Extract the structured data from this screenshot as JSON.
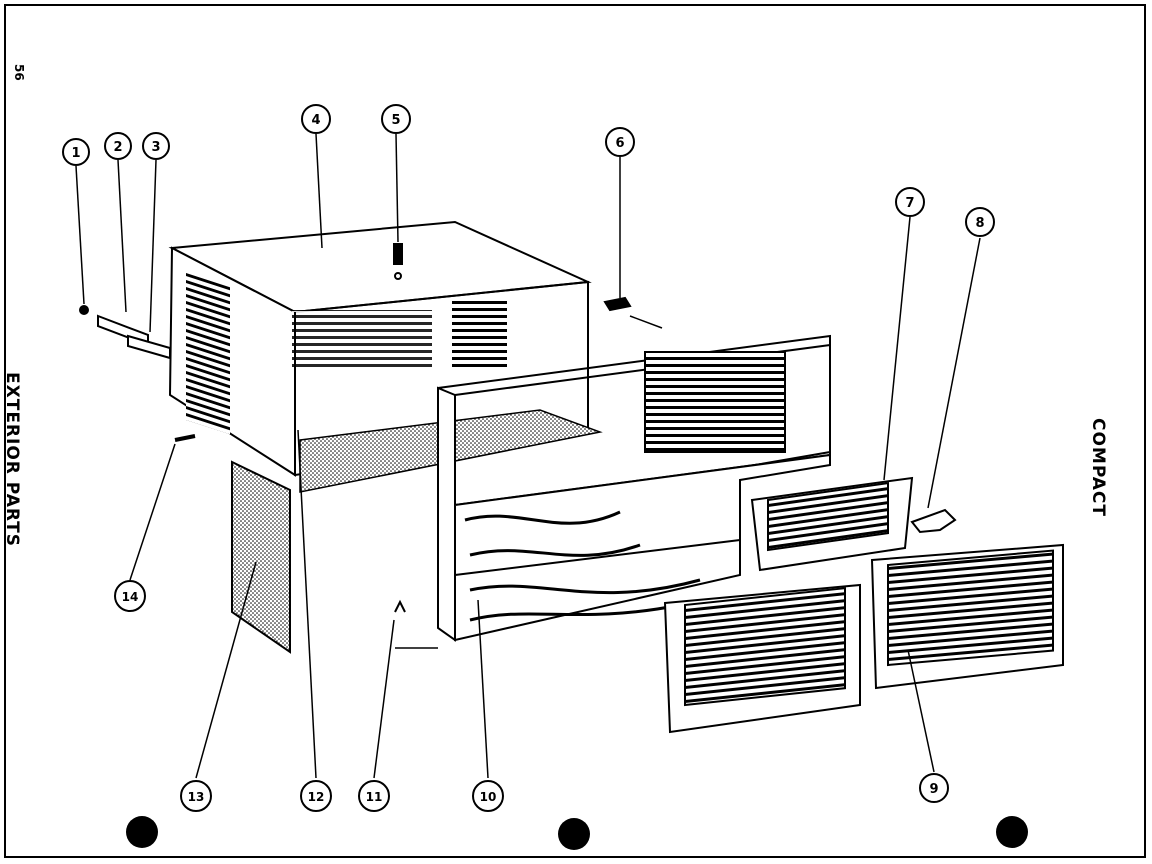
{
  "page_number": "56",
  "section_title": "EXTERIOR PARTS",
  "model_title": "COMPACT",
  "callouts": [
    {
      "id": "1",
      "label": "1"
    },
    {
      "id": "2",
      "label": "2"
    },
    {
      "id": "3",
      "label": "3"
    },
    {
      "id": "4",
      "label": "4"
    },
    {
      "id": "5",
      "label": "5"
    },
    {
      "id": "6",
      "label": "6"
    },
    {
      "id": "7",
      "label": "7"
    },
    {
      "id": "8",
      "label": "8"
    },
    {
      "id": "9",
      "label": "9"
    },
    {
      "id": "10",
      "label": "10"
    },
    {
      "id": "11",
      "label": "11"
    },
    {
      "id": "12",
      "label": "12"
    },
    {
      "id": "13",
      "label": "13"
    },
    {
      "id": "14",
      "label": "14"
    }
  ]
}
